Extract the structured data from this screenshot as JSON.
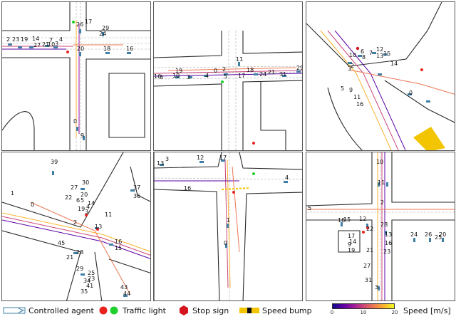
{
  "legend": {
    "controlled_agent": "Controlled agent",
    "traffic_light": "Traffic light",
    "stop_sign": "Stop sign",
    "speed_bump": "Speed bump",
    "speed_label": "Speed [m/s]",
    "speed_ticks": [
      "0",
      "10",
      "20"
    ]
  },
  "colors": {
    "road_edge": "#2a2a2a",
    "lane": "#9a9a9a",
    "agent": "#3f7fa6",
    "traffic_red": "#e8211c",
    "traffic_green": "#1fcf2c",
    "stop_sign": "#d4131e",
    "speed_bump": "#f2c500"
  },
  "panels": [
    {
      "id": "p1",
      "labels": [
        "2",
        "23",
        "19",
        "14",
        "7",
        "4",
        "27",
        "21",
        "10",
        "3",
        "26",
        "17",
        "29",
        "24",
        "18",
        "16",
        "20",
        "0",
        "9"
      ]
    },
    {
      "id": "p2",
      "labels": [
        "8",
        "11",
        "19",
        "10",
        "0",
        "4",
        "16",
        "3",
        "2",
        "5",
        "17",
        "18",
        "24",
        "21",
        "31",
        "29"
      ]
    },
    {
      "id": "p3",
      "labels": [
        "10",
        "3",
        "8",
        "7",
        "6",
        "12",
        "13",
        "15",
        "14",
        "2",
        "5",
        "9",
        "11",
        "16",
        "0"
      ]
    },
    {
      "id": "p4",
      "labels": [
        "39",
        "1",
        "30",
        "27",
        "20",
        "22",
        "6",
        "5",
        "19",
        "4",
        "3",
        "14",
        "0",
        "2",
        "11",
        "13",
        "37",
        "36",
        "16",
        "15",
        "45",
        "21",
        "28",
        "29",
        "25",
        "23",
        "34",
        "41",
        "35",
        "43",
        "44"
      ]
    },
    {
      "id": "p5",
      "labels": [
        "3",
        "13",
        "12",
        "17",
        "4",
        "16",
        "1",
        "0"
      ]
    },
    {
      "id": "p6",
      "labels": [
        "10",
        "11",
        "5",
        "2",
        "18",
        "15",
        "12",
        "28",
        "17",
        "14",
        "9",
        "19",
        "13",
        "16",
        "22",
        "21",
        "23",
        "24",
        "26",
        "20",
        "25",
        "27",
        "31",
        "3"
      ]
    }
  ]
}
